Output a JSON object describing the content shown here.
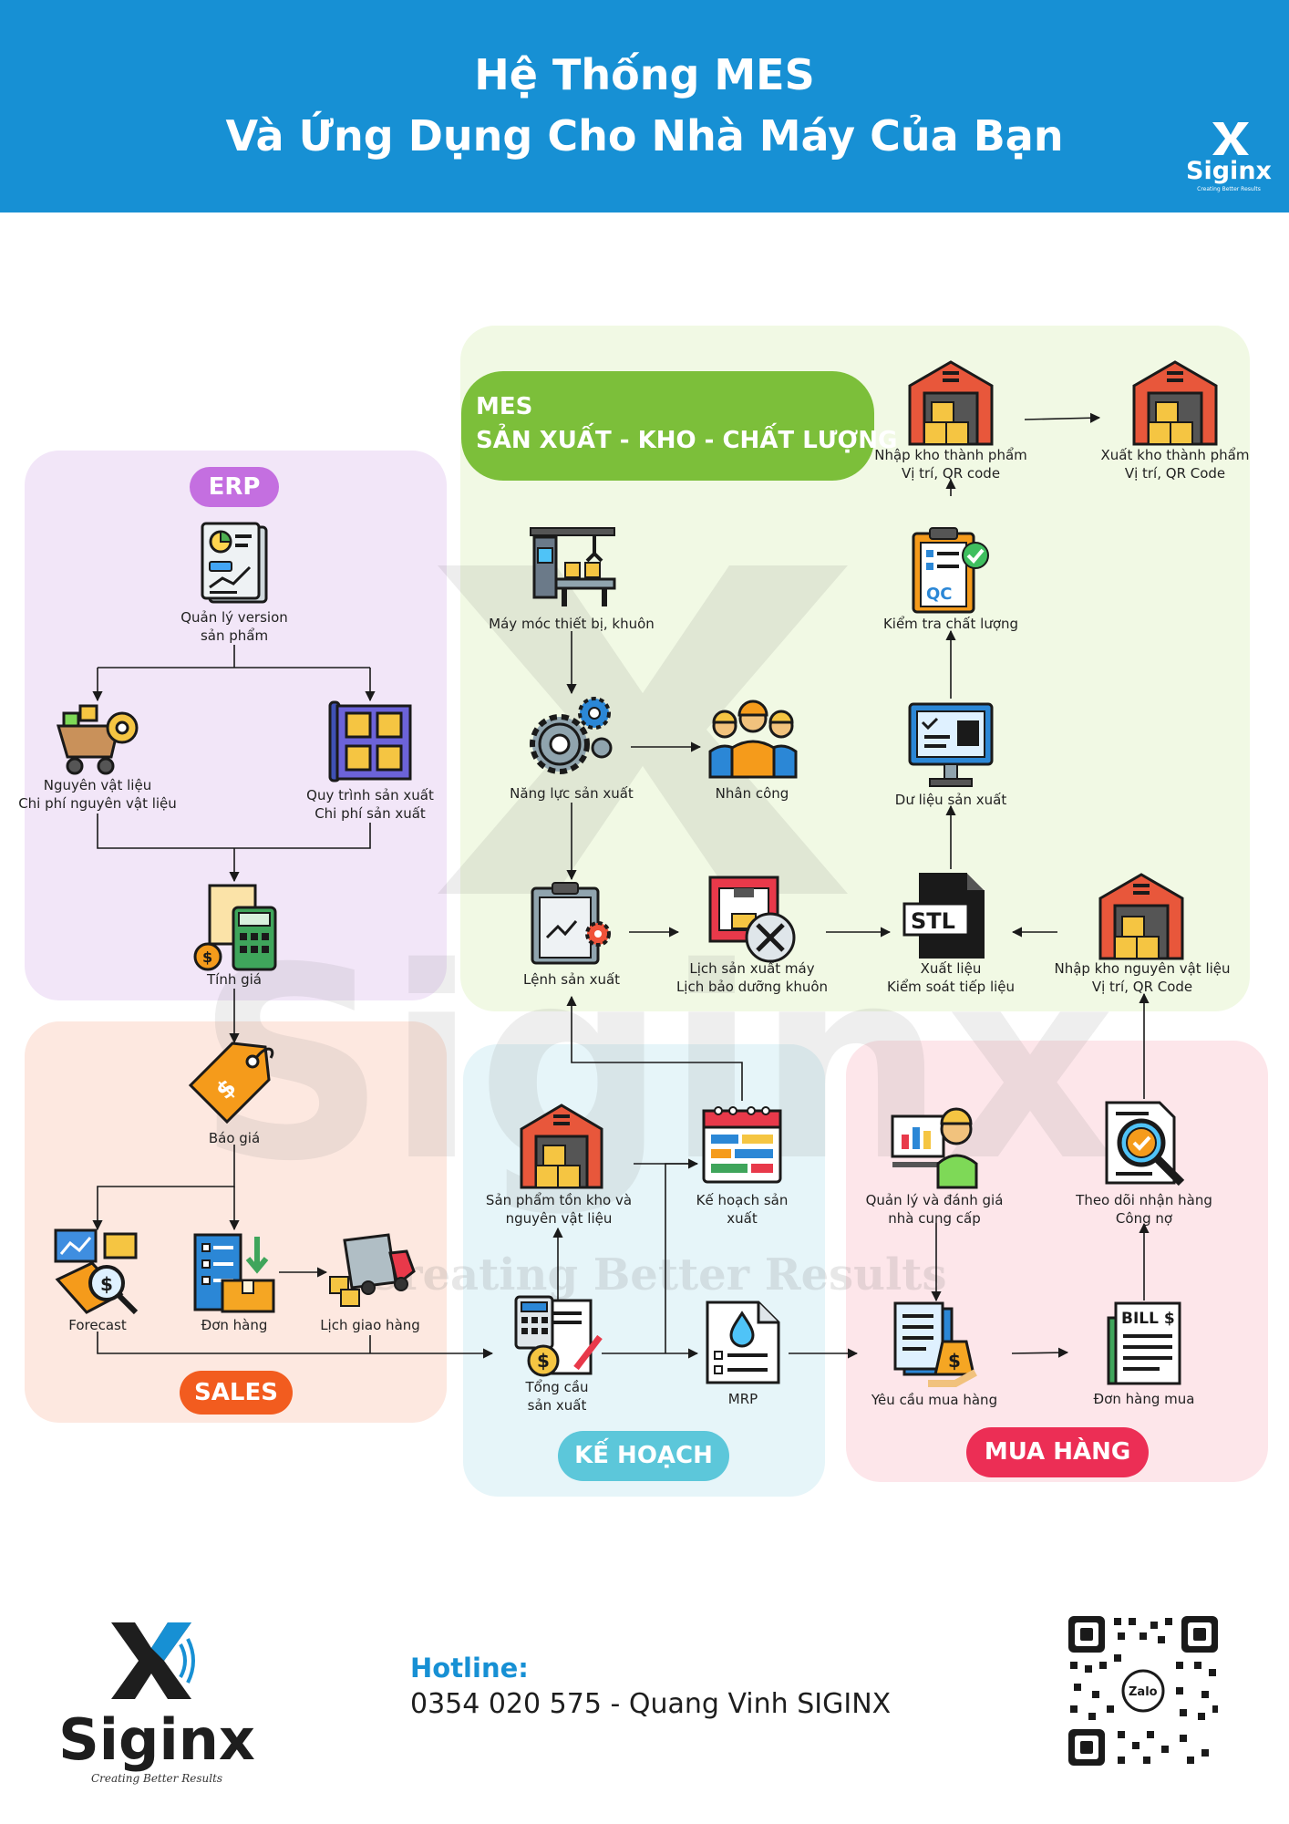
{
  "header": {
    "title_line1": "Hệ Thống MES",
    "title_line2": "Và Ứng Dụng Cho Nhà Máy Của Bạn",
    "logo_text": "Siginx",
    "logo_tagline": "Creating Better Results"
  },
  "watermark": {
    "big": "Siginx",
    "tagline": "Creating Better Results"
  },
  "sections": {
    "erp": "ERP",
    "mes_line1": "MES",
    "mes_line2": "SẢN XUẤT - KHO - CHẤT LƯỢNG",
    "sales": "SALES",
    "plan": "KẾ HOẠCH",
    "purchase": "MUA HÀNG"
  },
  "nodes": {
    "version": [
      "Quản lý version",
      "sản phẩm"
    ],
    "material": [
      "Nguyên vật liệu",
      "Chi phí nguyên vật liệu"
    ],
    "process": [
      "Quy trình sản xuất",
      "Chi phí sản xuất"
    ],
    "pricing": [
      "Tính giá"
    ],
    "quote": [
      "Báo giá"
    ],
    "forecast": [
      "Forecast"
    ],
    "order": [
      "Đơn hàng"
    ],
    "delivery": [
      "Lịch giao hàng"
    ],
    "machine": [
      "Máy móc thiết bị, khuôn"
    ],
    "capacity": [
      "Năng lực sản xuất"
    ],
    "labor": [
      "Nhân công"
    ],
    "work_order": [
      "Lệnh sản xuất"
    ],
    "schedule": [
      "Lịch sản xuất máy",
      "Lịch bảo dưỡng khuôn"
    ],
    "issue": [
      "Xuất liệu",
      "Kiểm soát tiếp liệu"
    ],
    "mat_in": [
      "Nhập kho nguyên vật liệu",
      "Vị trí, QR Code"
    ],
    "prod_data": [
      "Dư liệu sản xuất"
    ],
    "qc": [
      "Kiểm tra chất lượng"
    ],
    "fg_in": [
      "Nhập kho thành phẩm",
      "Vị trí, QR code"
    ],
    "fg_out": [
      "Xuất kho thành phẩm",
      "Vị trí, QR Code"
    ],
    "inventory": [
      "Sản phẩm tồn kho và",
      "nguyên vật liệu"
    ],
    "plan_prod": [
      "Kế hoạch sản",
      "xuất"
    ],
    "demand": [
      "Tổng cầu",
      "sản xuất"
    ],
    "mrp": [
      "MRP"
    ],
    "vendor": [
      "Quản lý và đánh giá",
      "nhà cung cấp"
    ],
    "track": [
      "Theo dõi nhận hàng",
      "Công nợ"
    ],
    "pr": [
      "Yêu cầu mua hàng"
    ],
    "po": [
      "Đơn hàng mua"
    ]
  },
  "icon_text": {
    "stl": "STL",
    "qc": "QC",
    "bill": "BILL $",
    "zalo": "Zalo"
  },
  "footer": {
    "logo_text": "Siginx",
    "logo_tagline": "Creating Better Results",
    "hotline_label": "Hotline:",
    "hotline_value": "0354 020 575 - Quang Vinh SIGINX"
  },
  "colors": {
    "header_bg": "#1790d4",
    "erp_bg": "#f2e6f8",
    "erp_pill": "#c46fe0",
    "mes_bg": "#f1f9e4",
    "mes_pill": "#7cbf3a",
    "sales_bg": "#fde8e0",
    "sales_pill": "#f25c1f",
    "plan_bg": "#e6f5f9",
    "plan_pill": "#5cc7da",
    "purchase_bg": "#fde6ea",
    "purchase_pill": "#ec2e55"
  }
}
